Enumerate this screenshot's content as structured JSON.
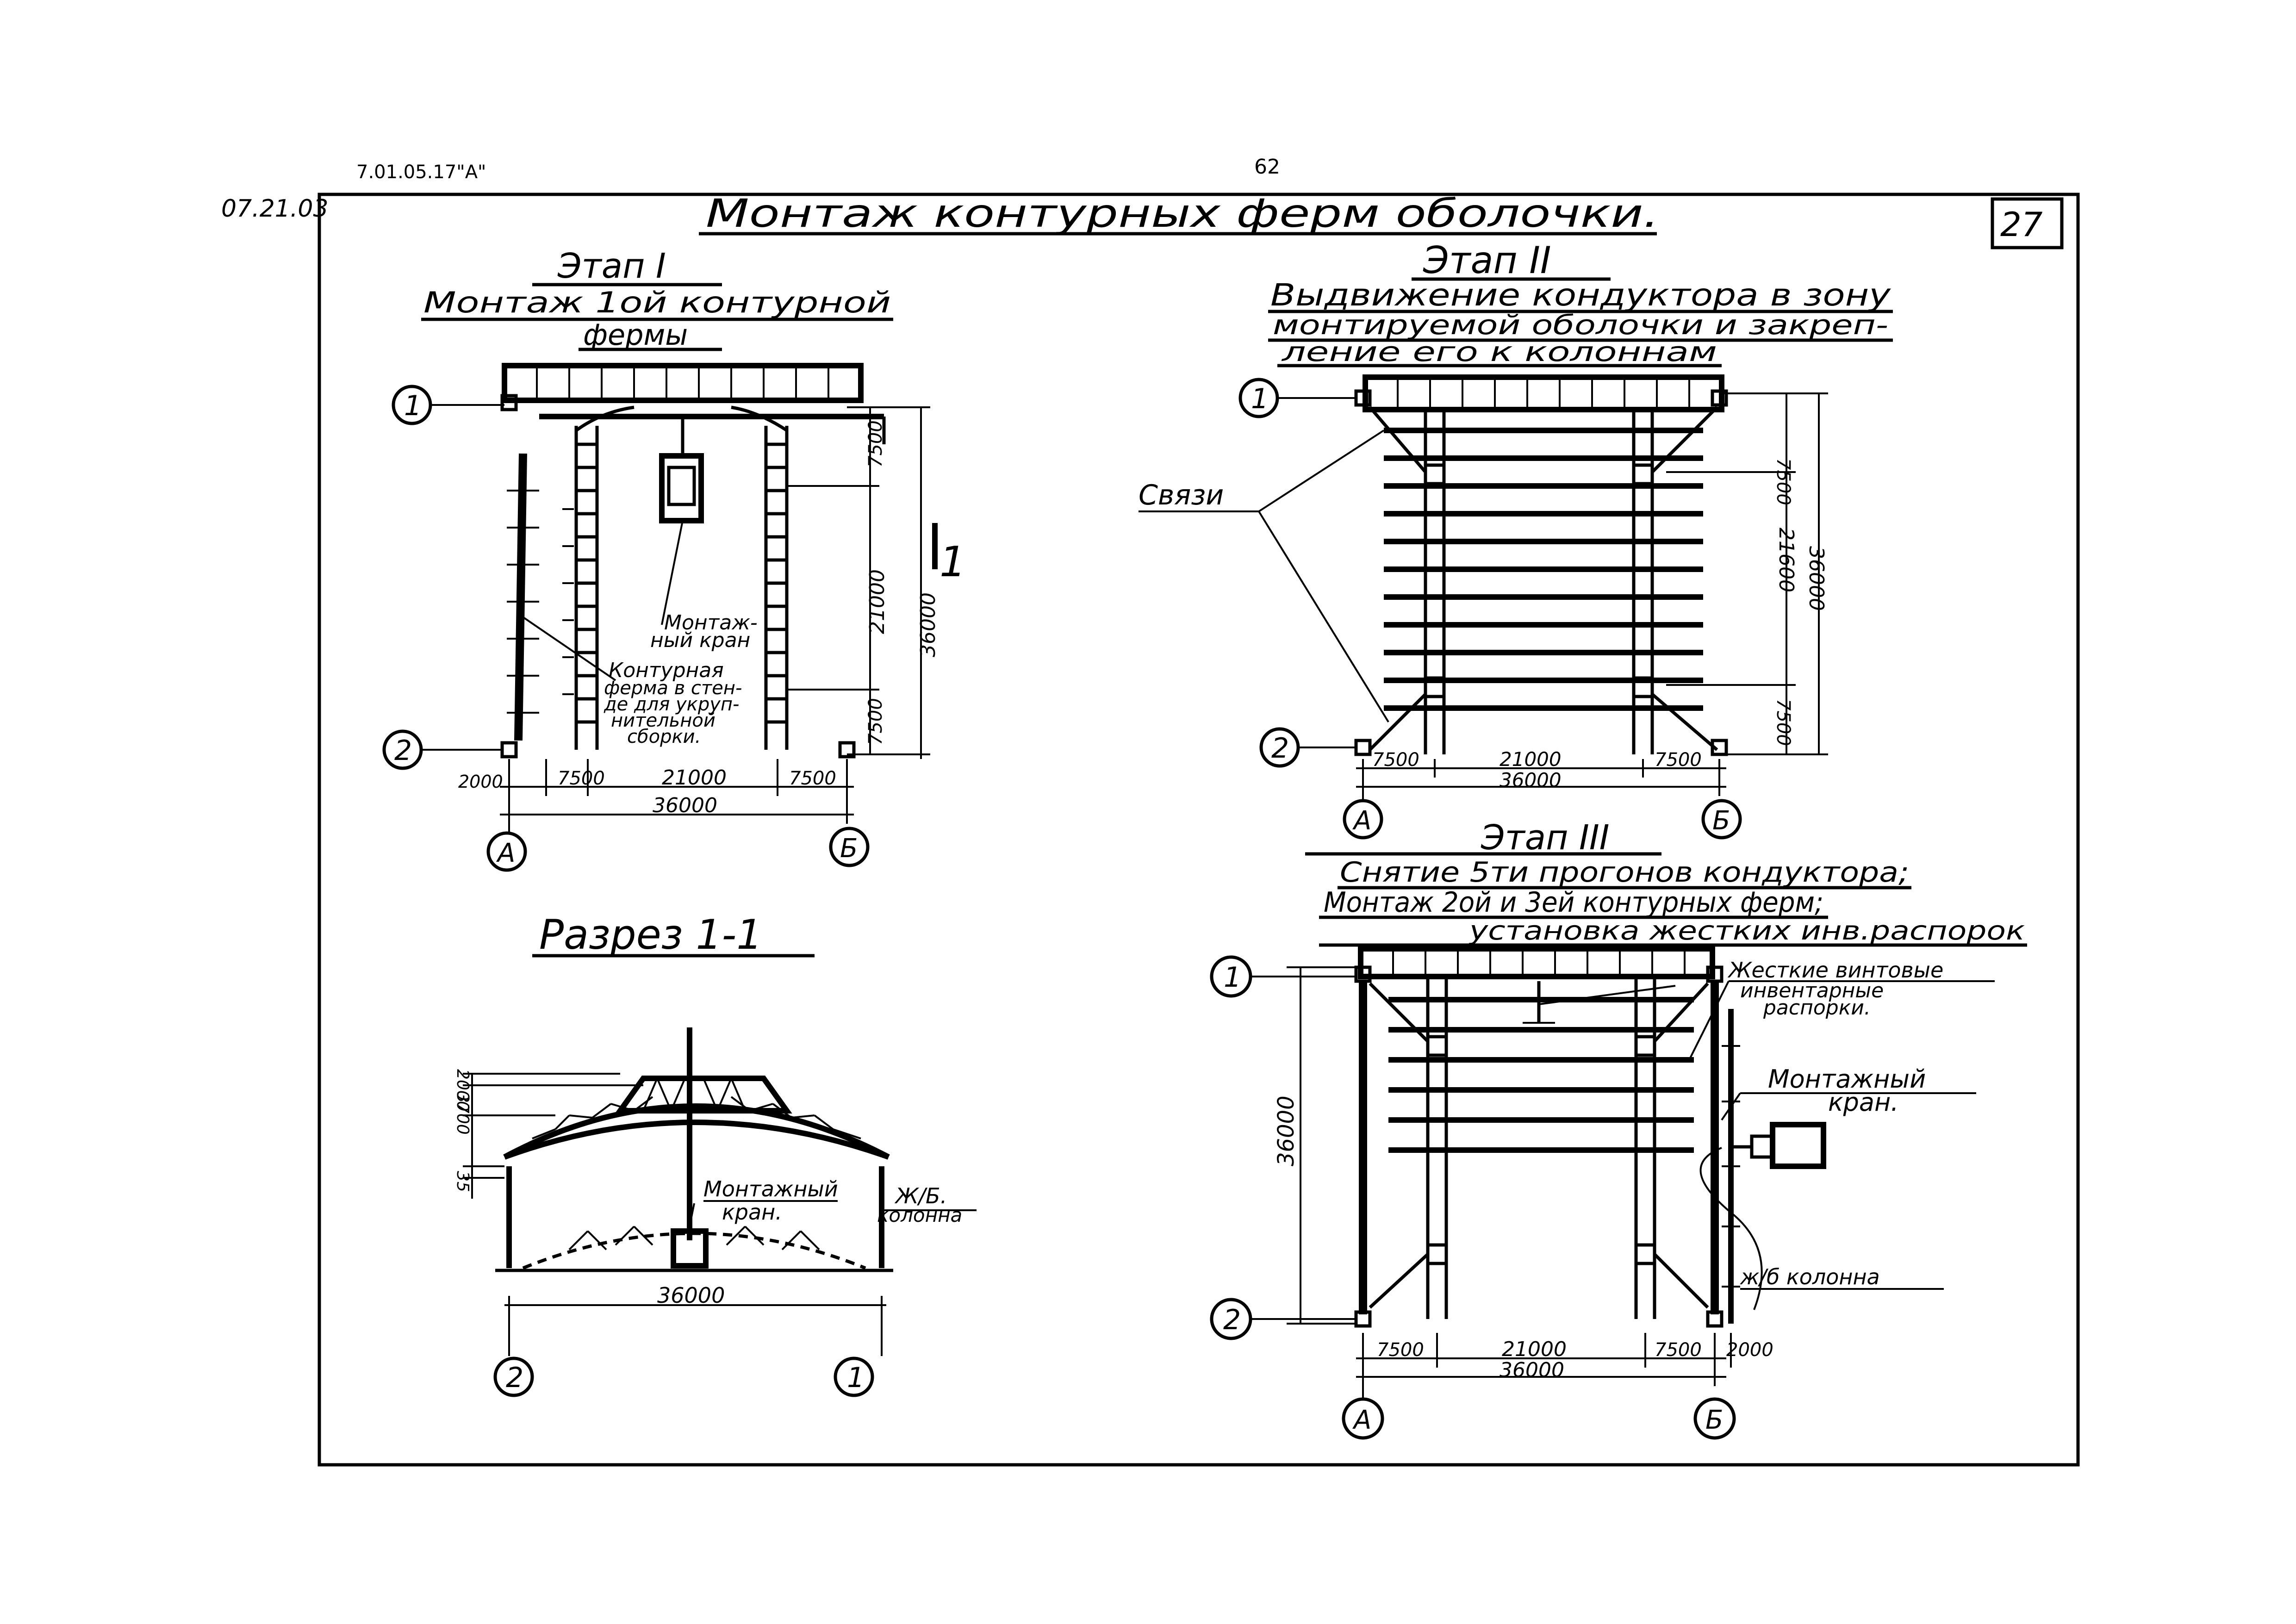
{
  "header": {
    "doc_code": "7.01.05.17\"А\"",
    "page_number": "62",
    "margin_date": "07.21.03",
    "title": "Монтаж контурных ферм оболочки.",
    "sheet_number": "27"
  },
  "axes": {
    "row1": "1",
    "row2": "2",
    "colA": "А",
    "colB": "Б"
  },
  "stage1": {
    "stage_label": "Этап I",
    "heading_line1": "Монтаж 1ой контурной",
    "heading_line2": "фермы",
    "crane_label_line1": "Монтаж-",
    "crane_label_line2": "ный кран",
    "truss_label_line1": "Контурная",
    "truss_label_line2": "ферма в стен-",
    "truss_label_line3": "де для укруп-",
    "truss_label_line4": "нительной",
    "truss_label_line5": "сборки.",
    "section_mark": "1",
    "dims": {
      "v_top": "7500",
      "v_mid": "21000",
      "v_bot": "7500",
      "v_total": "36000",
      "h_left": "2000",
      "h_a": "7500",
      "h_mid": "21000",
      "h_b": "7500",
      "h_total": "36000"
    }
  },
  "stage2": {
    "stage_label": "Этап II",
    "heading_line1": "Выдвижение кондуктора в зону",
    "heading_line2": "монтируемой оболочки и закреп-",
    "heading_line3": "ление его к колоннам",
    "links_label": "Связи",
    "dims": {
      "v_top": "7500",
      "v_mid": "21600",
      "v_bot": "7500",
      "v_total": "36000",
      "h_a": "7500",
      "h_mid": "21000",
      "h_b": "7500",
      "h_total": "36000"
    }
  },
  "section": {
    "title": "Разрез 1-1",
    "crane_label_line1": "Монтажный",
    "crane_label_line2": "кран.",
    "column_label_line1": "Ж/Б.",
    "column_label_line2": "колонна",
    "dims": {
      "d1": "2000",
      "d2": "3700",
      "d3": "35",
      "span": "36000"
    }
  },
  "stage3": {
    "stage_label": "Этап III",
    "heading_line1": "Снятие 5ти прогонов кондуктора;",
    "heading_line2": "Монтаж 2ой и 3ей контурных ферм;",
    "heading_line3": "установка жестких инв.распорок",
    "struts_label_line1": "Жесткие винтовые",
    "struts_label_line2": "инвентарные",
    "struts_label_line3": "распорки.",
    "crane_label_line1": "Монтажный",
    "crane_label_line2": "кран.",
    "column_label": "ж/б колонна",
    "dims": {
      "v_total": "36000",
      "h_a": "7500",
      "h_mid": "21000",
      "h_b": "7500",
      "h_right": "2000",
      "h_total": "36000"
    }
  }
}
